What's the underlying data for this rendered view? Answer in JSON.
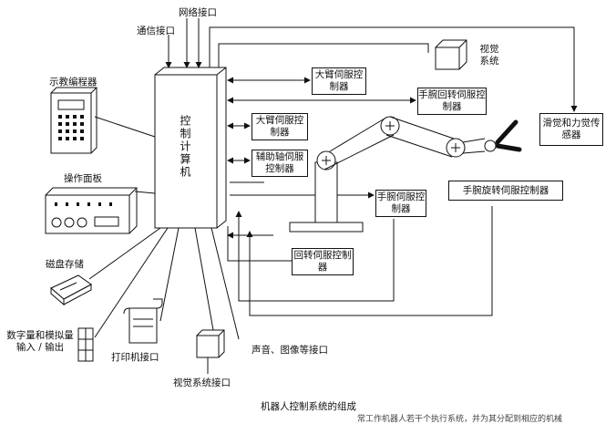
{
  "title": "机器人控制系统的组成",
  "interfaces": {
    "communication": "通信接口",
    "network": "网络接口",
    "printer": "打印机接口",
    "vision": "视觉系统接口",
    "sound_image": "声音、图像等接口"
  },
  "peripherals": {
    "teach_pendant": "示教编程器",
    "operator_panel": "操作面板",
    "disk_storage": "磁盘存储",
    "digital_analog_io": "数字量和模拟量输入 / 输出"
  },
  "controllers": {
    "computer": "控制计算机",
    "upper_arm_1": "大臂伺服控制器",
    "upper_arm_2": "大臂伺服控制器",
    "auxiliary_axis": "辅助轴伺服控制器",
    "wrist_pitch": "手腕回转伺服控制器",
    "wrist_servo": "手腕伺服控制器",
    "wrist_rotation": "手腕旋转伺服控制器",
    "base_rotation": "回转伺服控制器",
    "tactile_force": "滑觉和力觉传感器",
    "vision_system": "视觉系统"
  },
  "footer_fragment": "常工作机器人若干个执行系统，并为其分配到相应的机械"
}
